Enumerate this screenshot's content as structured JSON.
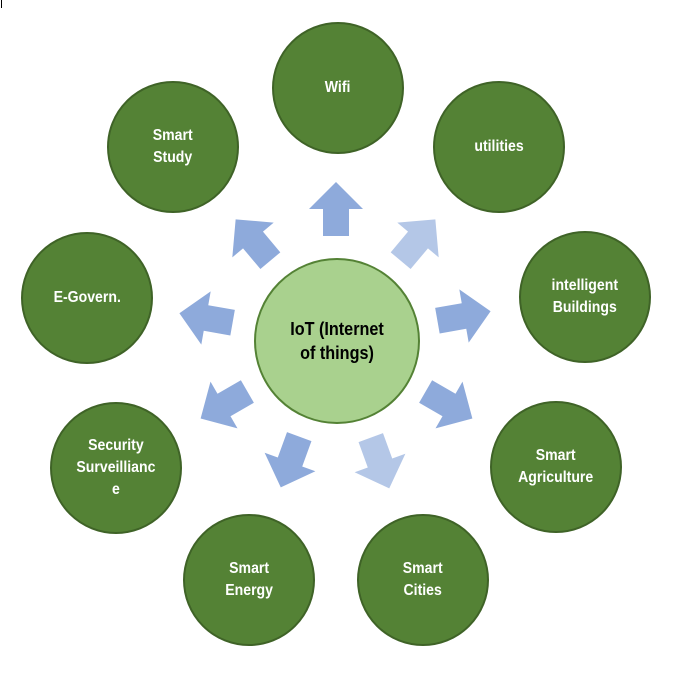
{
  "diagram": {
    "center": {
      "label": "IoT (Internet\nof things)"
    },
    "nodes": [
      {
        "id": "wifi",
        "label": "Wifi"
      },
      {
        "id": "utilities",
        "label": "utilities"
      },
      {
        "id": "intelligent-buildings",
        "label": "intelligent\nBuildings"
      },
      {
        "id": "smart-agriculture",
        "label": "Smart\nAgriculture"
      },
      {
        "id": "smart-cities",
        "label": "Smart\nCities"
      },
      {
        "id": "smart-energy",
        "label": "Smart\nEnergy"
      },
      {
        "id": "security-surveillance",
        "label": "Security\nSurveillianc\ne"
      },
      {
        "id": "e-govern",
        "label": "E-Govern."
      },
      {
        "id": "smart-study",
        "label": "Smart\nStudy"
      }
    ]
  },
  "colors": {
    "node_fill": "#548235",
    "center_fill": "#a9d18e",
    "arrow_fill": "#8eaadb",
    "arrow_light_fill": "#b4c7e7"
  }
}
